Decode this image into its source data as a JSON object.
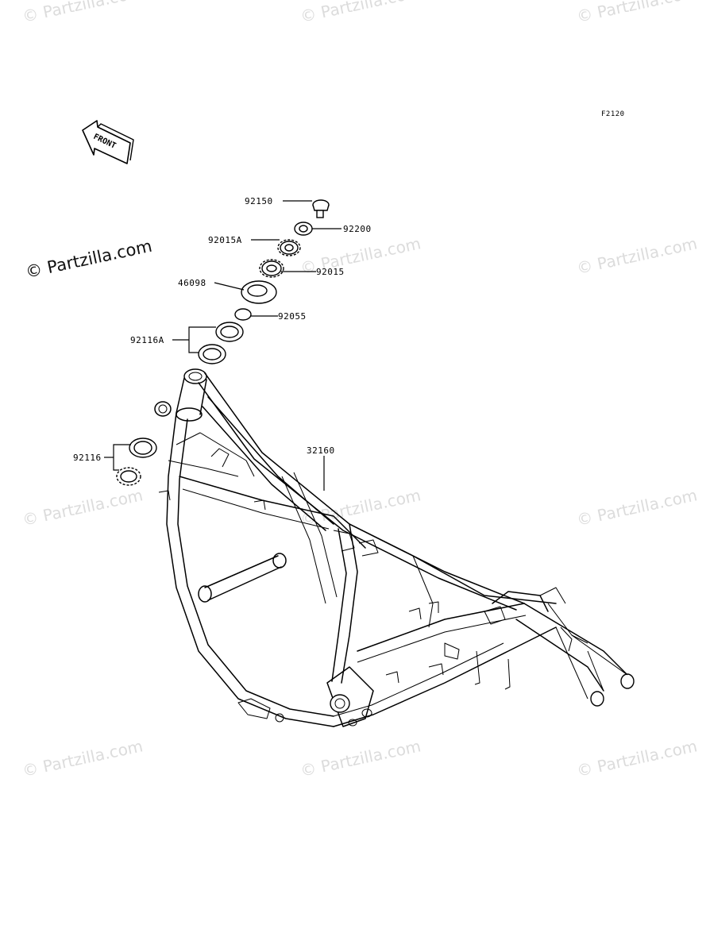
{
  "diagram_code": "F2120",
  "front_arrow_label": "FRONT",
  "brand_watermark": "© Partzilla.com",
  "watermark_text": "© Partzilla.com",
  "parts": [
    {
      "id": "p92150",
      "number": "92150"
    },
    {
      "id": "p92200",
      "number": "92200"
    },
    {
      "id": "p92015A",
      "number": "92015A"
    },
    {
      "id": "p92015",
      "number": "92015"
    },
    {
      "id": "p46098",
      "number": "46098"
    },
    {
      "id": "p92055",
      "number": "92055"
    },
    {
      "id": "p92116A",
      "number": "92116A"
    },
    {
      "id": "p32160",
      "number": "32160"
    },
    {
      "id": "p92116",
      "number": "92116"
    }
  ]
}
